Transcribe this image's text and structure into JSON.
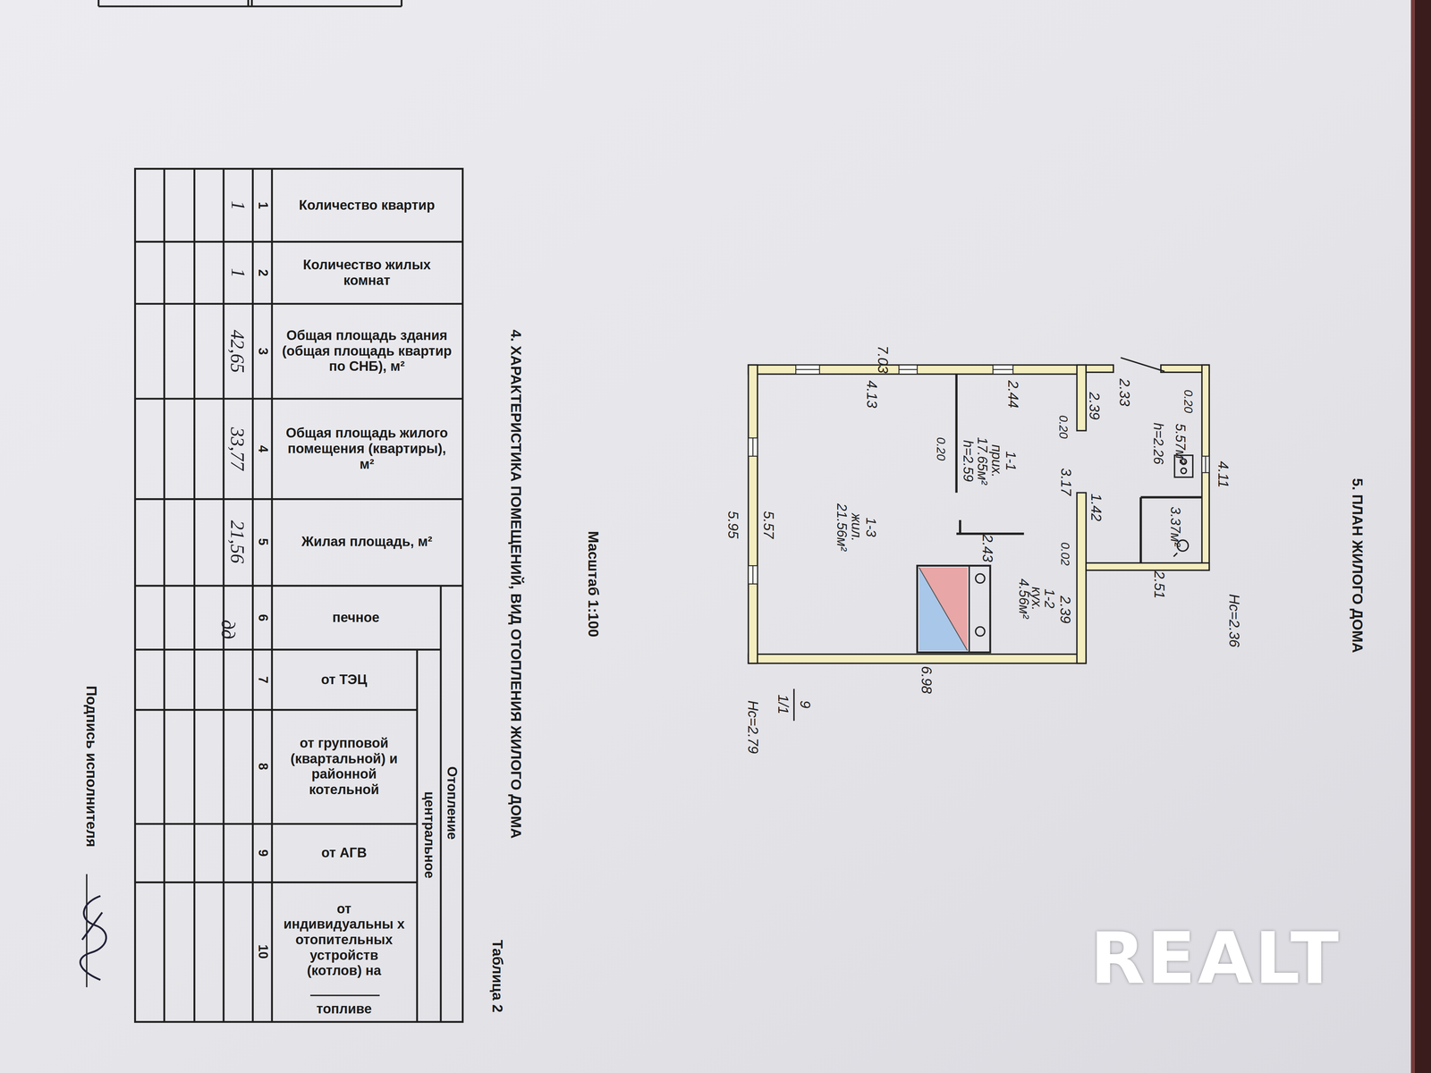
{
  "diagram": {
    "nodes": [
      {
        "text": [
          "1-1",
          "прих.",
          "17.65м²",
          "h=2.59"
        ]
      },
      {
        "text": [
          "1-2",
          "кух.",
          "4.56м²"
        ]
      },
      {
        "text": [
          "1-3",
          "жил.",
          "21.56м²"
        ]
      },
      {
        "text": [
          "5.57м²",
          "h=2.26"
        ]
      },
      {
        "text": [
          "3.37м²"
        ]
      }
    ],
    "labels": [
      "5. ПЛАН ЖИЛОГО ДОМА",
      "Нс=2.36",
      "4.11",
      "0.20",
      "2.33",
      "2.39",
      "1.42",
      "2.51",
      "7.03",
      "4.13",
      "2.44",
      "0.20",
      "3.17",
      "0.02",
      "2.39",
      "0.20",
      "2.43",
      "5.57",
      "5.95",
      "6.98",
      "1/1",
      "9",
      "Нс=2.79",
      "Масштаб 1:100",
      "4. ХАРАКТЕРИСТИКА ПОМЕЩЕНИЙ, ВИД ОТОПЛЕНИЯ ЖИЛОГО ДОМА",
      "Таблица 2",
      "Количество квартир",
      "Количество жилых комнат",
      "Общая площадь здания (общая площадь квартир по СНБ), м²",
      "Общая площадь жилого помещения (квартиры), м²",
      "Жилая площадь, м²",
      "печное",
      "от ТЭЦ",
      "от групповой (квартальной) и районной котельной",
      "от АГВ",
      "от индивидуальны х отопительных устройств (котлов) на",
      "топливе",
      "Отопление",
      "центральное",
      "1",
      "2",
      "3",
      "4",
      "5",
      "6",
      "7",
      "8",
      "9",
      "10",
      "1",
      "1",
      "42,65",
      "33,77",
      "21,56",
      "дд",
      "Подпись исполнителя",
      "REALT"
    ]
  }
}
